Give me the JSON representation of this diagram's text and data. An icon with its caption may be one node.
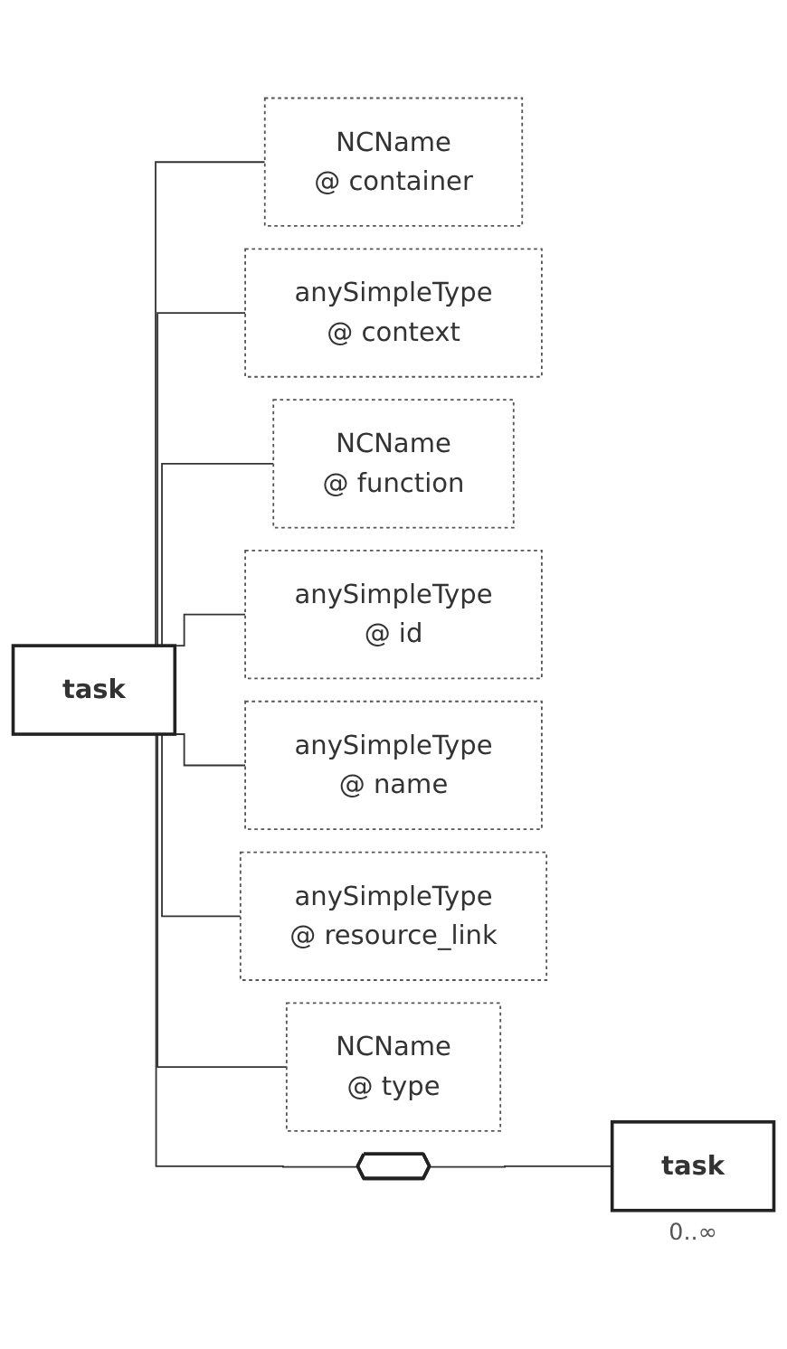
{
  "diagram": {
    "nodes": [
      {
        "text": [
          "task"
        ]
      },
      {
        "text": [
          "NCName",
          "@ container"
        ]
      },
      {
        "text": [
          "anySimpleType",
          "@ context"
        ]
      },
      {
        "text": [
          "NCName",
          "@ function"
        ]
      },
      {
        "text": [
          "anySimpleType",
          "@ id"
        ]
      },
      {
        "text": [
          "anySimpleType",
          "@ name"
        ]
      },
      {
        "text": [
          "anySimpleType",
          "@ resource_link"
        ]
      },
      {
        "text": [
          "NCName",
          "@ type"
        ]
      },
      {
        "text": [],
        "shape": "hexagon"
      },
      {
        "text": [
          "task"
        ],
        "beside": [
          "0..∞"
        ]
      }
    ],
    "edges": [
      {
        "from": 0,
        "to": 1,
        "arrow": "none"
      },
      {
        "from": 0,
        "to": 2,
        "arrow": "none"
      },
      {
        "from": 0,
        "to": 3,
        "arrow": "none"
      },
      {
        "from": 0,
        "to": 4,
        "arrow": "none"
      },
      {
        "from": 0,
        "to": 5,
        "arrow": "none"
      },
      {
        "from": 0,
        "to": 6,
        "arrow": "none"
      },
      {
        "from": 0,
        "to": 7,
        "arrow": "none"
      },
      {
        "from": 0,
        "to": 8,
        "arrow": "none"
      },
      {
        "from": 8,
        "to": 9,
        "arrow": "none"
      }
    ]
  }
}
